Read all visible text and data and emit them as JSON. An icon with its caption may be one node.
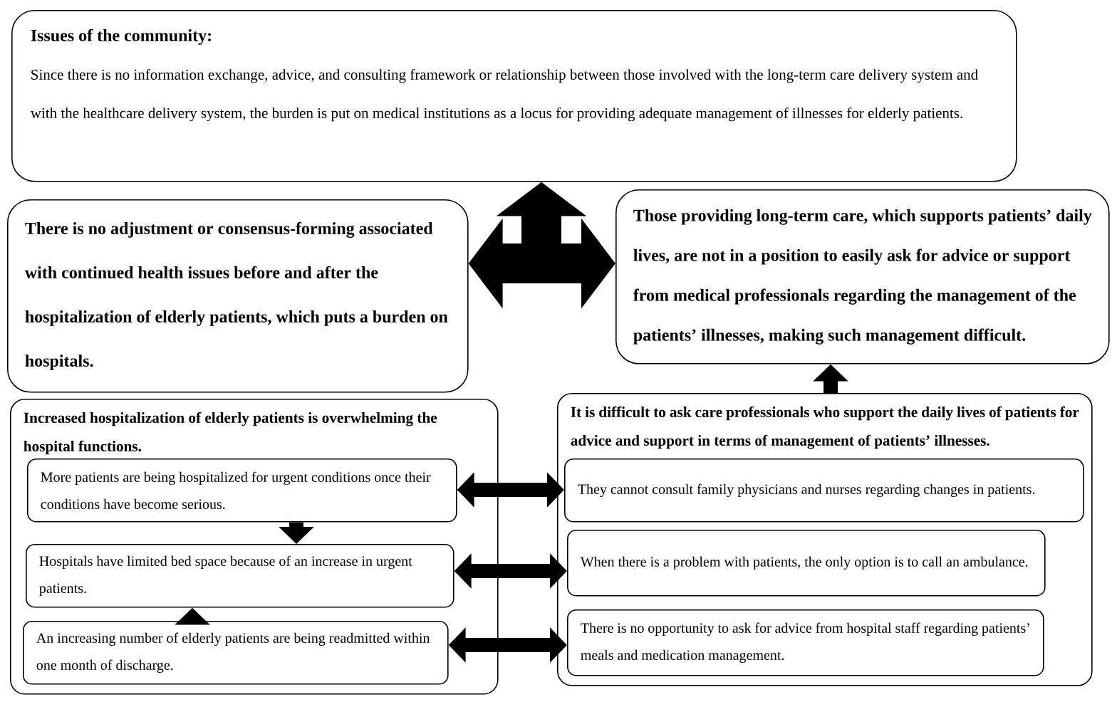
{
  "diagram": {
    "nodes": [
      {
        "text": [
          "Issues of the community:",
          "Since there is no information exchange, advice, and consulting framework or relationship between those involved with the long-term care delivery system and with the healthcare delivery system, the burden is put on medical institutions as a locus for providing adequate management of illnesses for elderly patients."
        ]
      },
      {
        "text": [
          "There is no adjustment or consensus-forming associated with continued health issues before and after the hospitalization of elderly patients, which puts a burden on hospitals."
        ]
      },
      {
        "text": [
          "Those providing long-term care, which supports patients’ daily lives, are not in a position to easily ask for advice or support from medical professionals regarding the management of the patients’ illnesses, making such management difficult."
        ]
      },
      {
        "text": [
          "Increased hospitalization of elderly patients is overwhelming the hospital functions."
        ]
      },
      {
        "text": [
          "More patients are being hospitalized for urgent conditions once their conditions have become serious."
        ],
        "in": 3
      },
      {
        "text": [
          "Hospitals have limited bed space because of an increase in urgent patients."
        ],
        "in": 3
      },
      {
        "text": [
          "An increasing number of elderly patients are being readmitted within one month of discharge."
        ],
        "in": 3
      },
      {
        "text": [
          "It is difficult to ask care professionals who support the daily lives of patients for advice and support in terms of management of patients’ illnesses."
        ]
      },
      {
        "text": [
          "They cannot consult family physicians and nurses regarding changes in patients."
        ],
        "in": 7
      },
      {
        "text": [
          "When there is a problem with patients, the only option is to call an ambulance."
        ],
        "in": 7
      },
      {
        "text": [
          "There is no opportunity to ask for advice from hospital staff regarding patients’ meals and medication management."
        ],
        "in": 7
      }
    ],
    "edges": [
      {
        "from": 1,
        "to": 2,
        "arrow": "both",
        "style": "thick"
      },
      {
        "from": null,
        "to": 0,
        "arrow": "to",
        "style": "thick"
      },
      {
        "from": 4,
        "to": 5,
        "arrow": "to"
      },
      {
        "from": 6,
        "to": 5,
        "arrow": "to"
      },
      {
        "from": 7,
        "to": 2,
        "arrow": "to"
      },
      {
        "from": 4,
        "to": 8,
        "arrow": "both"
      },
      {
        "from": 5,
        "to": 9,
        "arrow": "both"
      },
      {
        "from": 6,
        "to": 10,
        "arrow": "both"
      }
    ]
  }
}
